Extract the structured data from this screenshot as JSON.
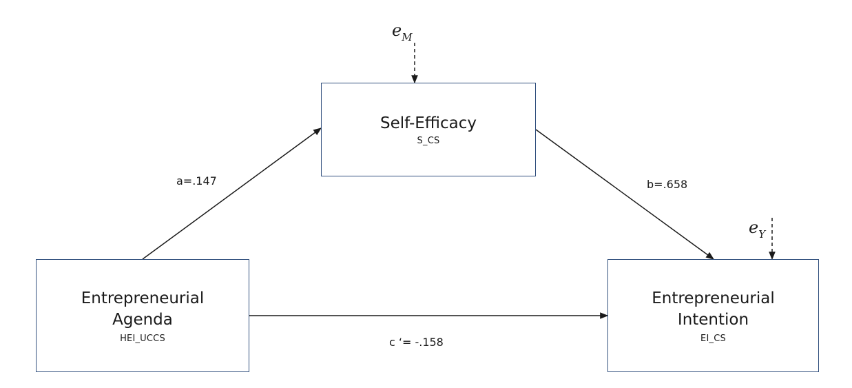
{
  "nodes": {
    "mediator": {
      "title": "Self-Efficacy",
      "code": "S_CS"
    },
    "predictor": {
      "title": "Entrepreneurial\nAgenda",
      "code": "HEI_UCCS"
    },
    "outcome": {
      "title": "Entrepreneurial\nIntention",
      "code": "EI_CS"
    }
  },
  "paths": {
    "a": "a=.147",
    "b": "b=.658",
    "c_prime": "c ‘= -.158"
  },
  "errors": {
    "mediator": {
      "symbol": "e",
      "subscript": "M"
    },
    "outcome": {
      "symbol": "e",
      "subscript": "Y"
    }
  },
  "colors": {
    "box_border": "#2f4e7c",
    "arrow": "#1a1a1a"
  }
}
